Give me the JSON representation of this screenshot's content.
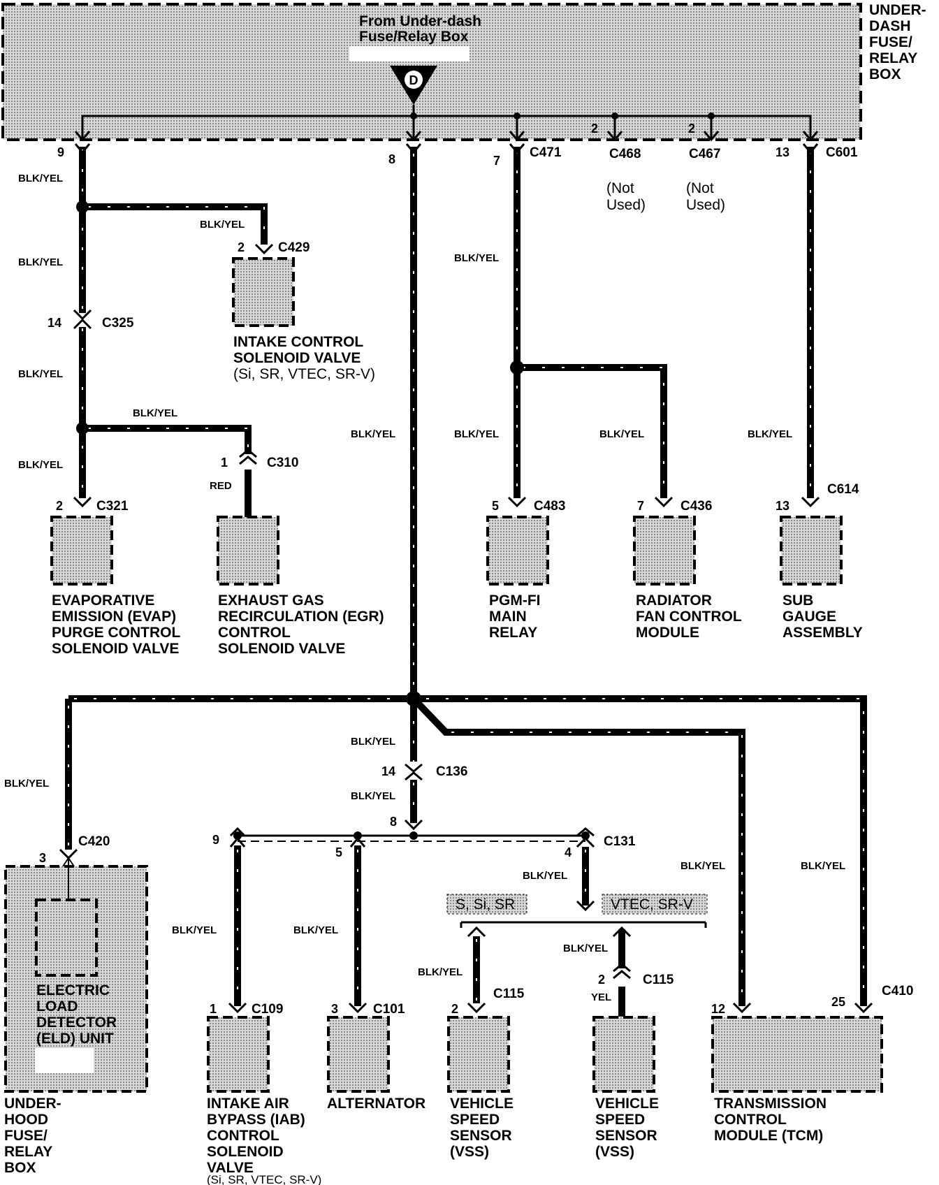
{
  "fuse_box": {
    "title": [
      "UNDER-",
      "DASH",
      "FUSE/",
      "RELAY",
      "BOX"
    ],
    "from_label": [
      "From Under-dash",
      "Fuse/Relay Box"
    ],
    "symbol": "D"
  },
  "wire_color": "BLK/YEL",
  "wire_red": "RED",
  "wire_yel": "YEL",
  "connectors": {
    "c471": "C471",
    "c468": "C468",
    "c467": "C467",
    "c601": "C601",
    "c429": "C429",
    "c325": "C325",
    "c310": "C310",
    "c321": "C321",
    "c483": "C483",
    "c436": "C436",
    "c614": "C614",
    "c136": "C136",
    "c420": "C420",
    "c131": "C131",
    "c109": "C109",
    "c101": "C101",
    "c115": "C115",
    "c410": "C410"
  },
  "pins": {
    "p9": "9",
    "p8": "8",
    "p7": "7",
    "p13": "13",
    "p2": "2",
    "p14": "14",
    "p1": "1",
    "p5": "5",
    "p3": "3",
    "p4": "4",
    "p12": "12",
    "p25": "25"
  },
  "not_used": [
    "(Not",
    "Used)"
  ],
  "options": {
    "left": "S, Si, SR",
    "right": "VTEC, SR-V"
  },
  "components": {
    "intake_control": [
      "INTAKE CONTROL",
      "SOLENOID VALVE",
      "(Si, SR, VTEC, SR-V)"
    ],
    "evap": [
      "EVAPORATIVE",
      "EMISSION (EVAP)",
      "PURGE CONTROL",
      "SOLENOID VALVE"
    ],
    "egr": [
      "EXHAUST GAS",
      "RECIRCULATION (EGR)",
      "CONTROL",
      "SOLENOID VALVE"
    ],
    "pgm_fi": [
      "PGM-FI",
      "MAIN",
      "RELAY"
    ],
    "radiator": [
      "RADIATOR",
      "FAN CONTROL",
      "MODULE"
    ],
    "sub_gauge": [
      "SUB",
      "GAUGE",
      "ASSEMBLY"
    ],
    "eld": [
      "ELECTRIC",
      "LOAD",
      "DETECTOR",
      "(ELD) UNIT"
    ],
    "underhood_box": [
      "UNDER-",
      "HOOD",
      "FUSE/",
      "RELAY",
      "BOX"
    ],
    "iab": [
      "INTAKE AIR",
      "BYPASS (IAB)",
      "CONTROL",
      "SOLENOID",
      "VALVE",
      "(Si, SR, VTEC, SR-V)"
    ],
    "alternator": [
      "ALTERNATOR"
    ],
    "vss1": [
      "VEHICLE",
      "SPEED",
      "SENSOR",
      "(VSS)"
    ],
    "vss2": [
      "VEHICLE",
      "SPEED",
      "SENSOR",
      "(VSS)"
    ],
    "tcm": [
      "TRANSMISSION",
      "CONTROL",
      "MODULE (TCM)"
    ]
  }
}
